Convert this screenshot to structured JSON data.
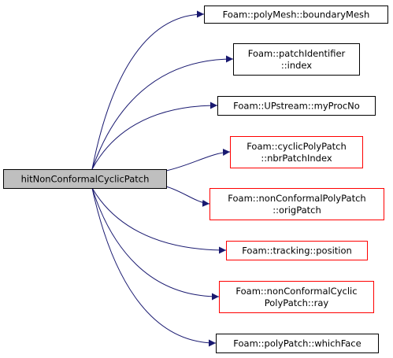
{
  "colors": {
    "edge": "#191970",
    "root_fill": "#bfbfbf",
    "root_border": "#000000",
    "node_fill": "#ffffff",
    "border_normal": "#000000",
    "border_red": "#ff0000"
  },
  "root": {
    "label": "hitNonConformalCyclicPatch"
  },
  "callees": [
    {
      "lines": [
        "Foam::polyMesh::boundaryMesh"
      ],
      "border": "black"
    },
    {
      "lines": [
        "Foam::patchIdentifier",
        "::index"
      ],
      "border": "black"
    },
    {
      "lines": [
        "Foam::UPstream::myProcNo"
      ],
      "border": "black"
    },
    {
      "lines": [
        "Foam::cyclicPolyPatch",
        "::nbrPatchIndex"
      ],
      "border": "red"
    },
    {
      "lines": [
        "Foam::nonConformalPolyPatch",
        "::origPatch"
      ],
      "border": "red"
    },
    {
      "lines": [
        "Foam::tracking::position"
      ],
      "border": "red"
    },
    {
      "lines": [
        "Foam::nonConformalCyclic",
        "PolyPatch::ray"
      ],
      "border": "red"
    },
    {
      "lines": [
        "Foam::polyPatch::whichFace"
      ],
      "border": "black"
    }
  ]
}
